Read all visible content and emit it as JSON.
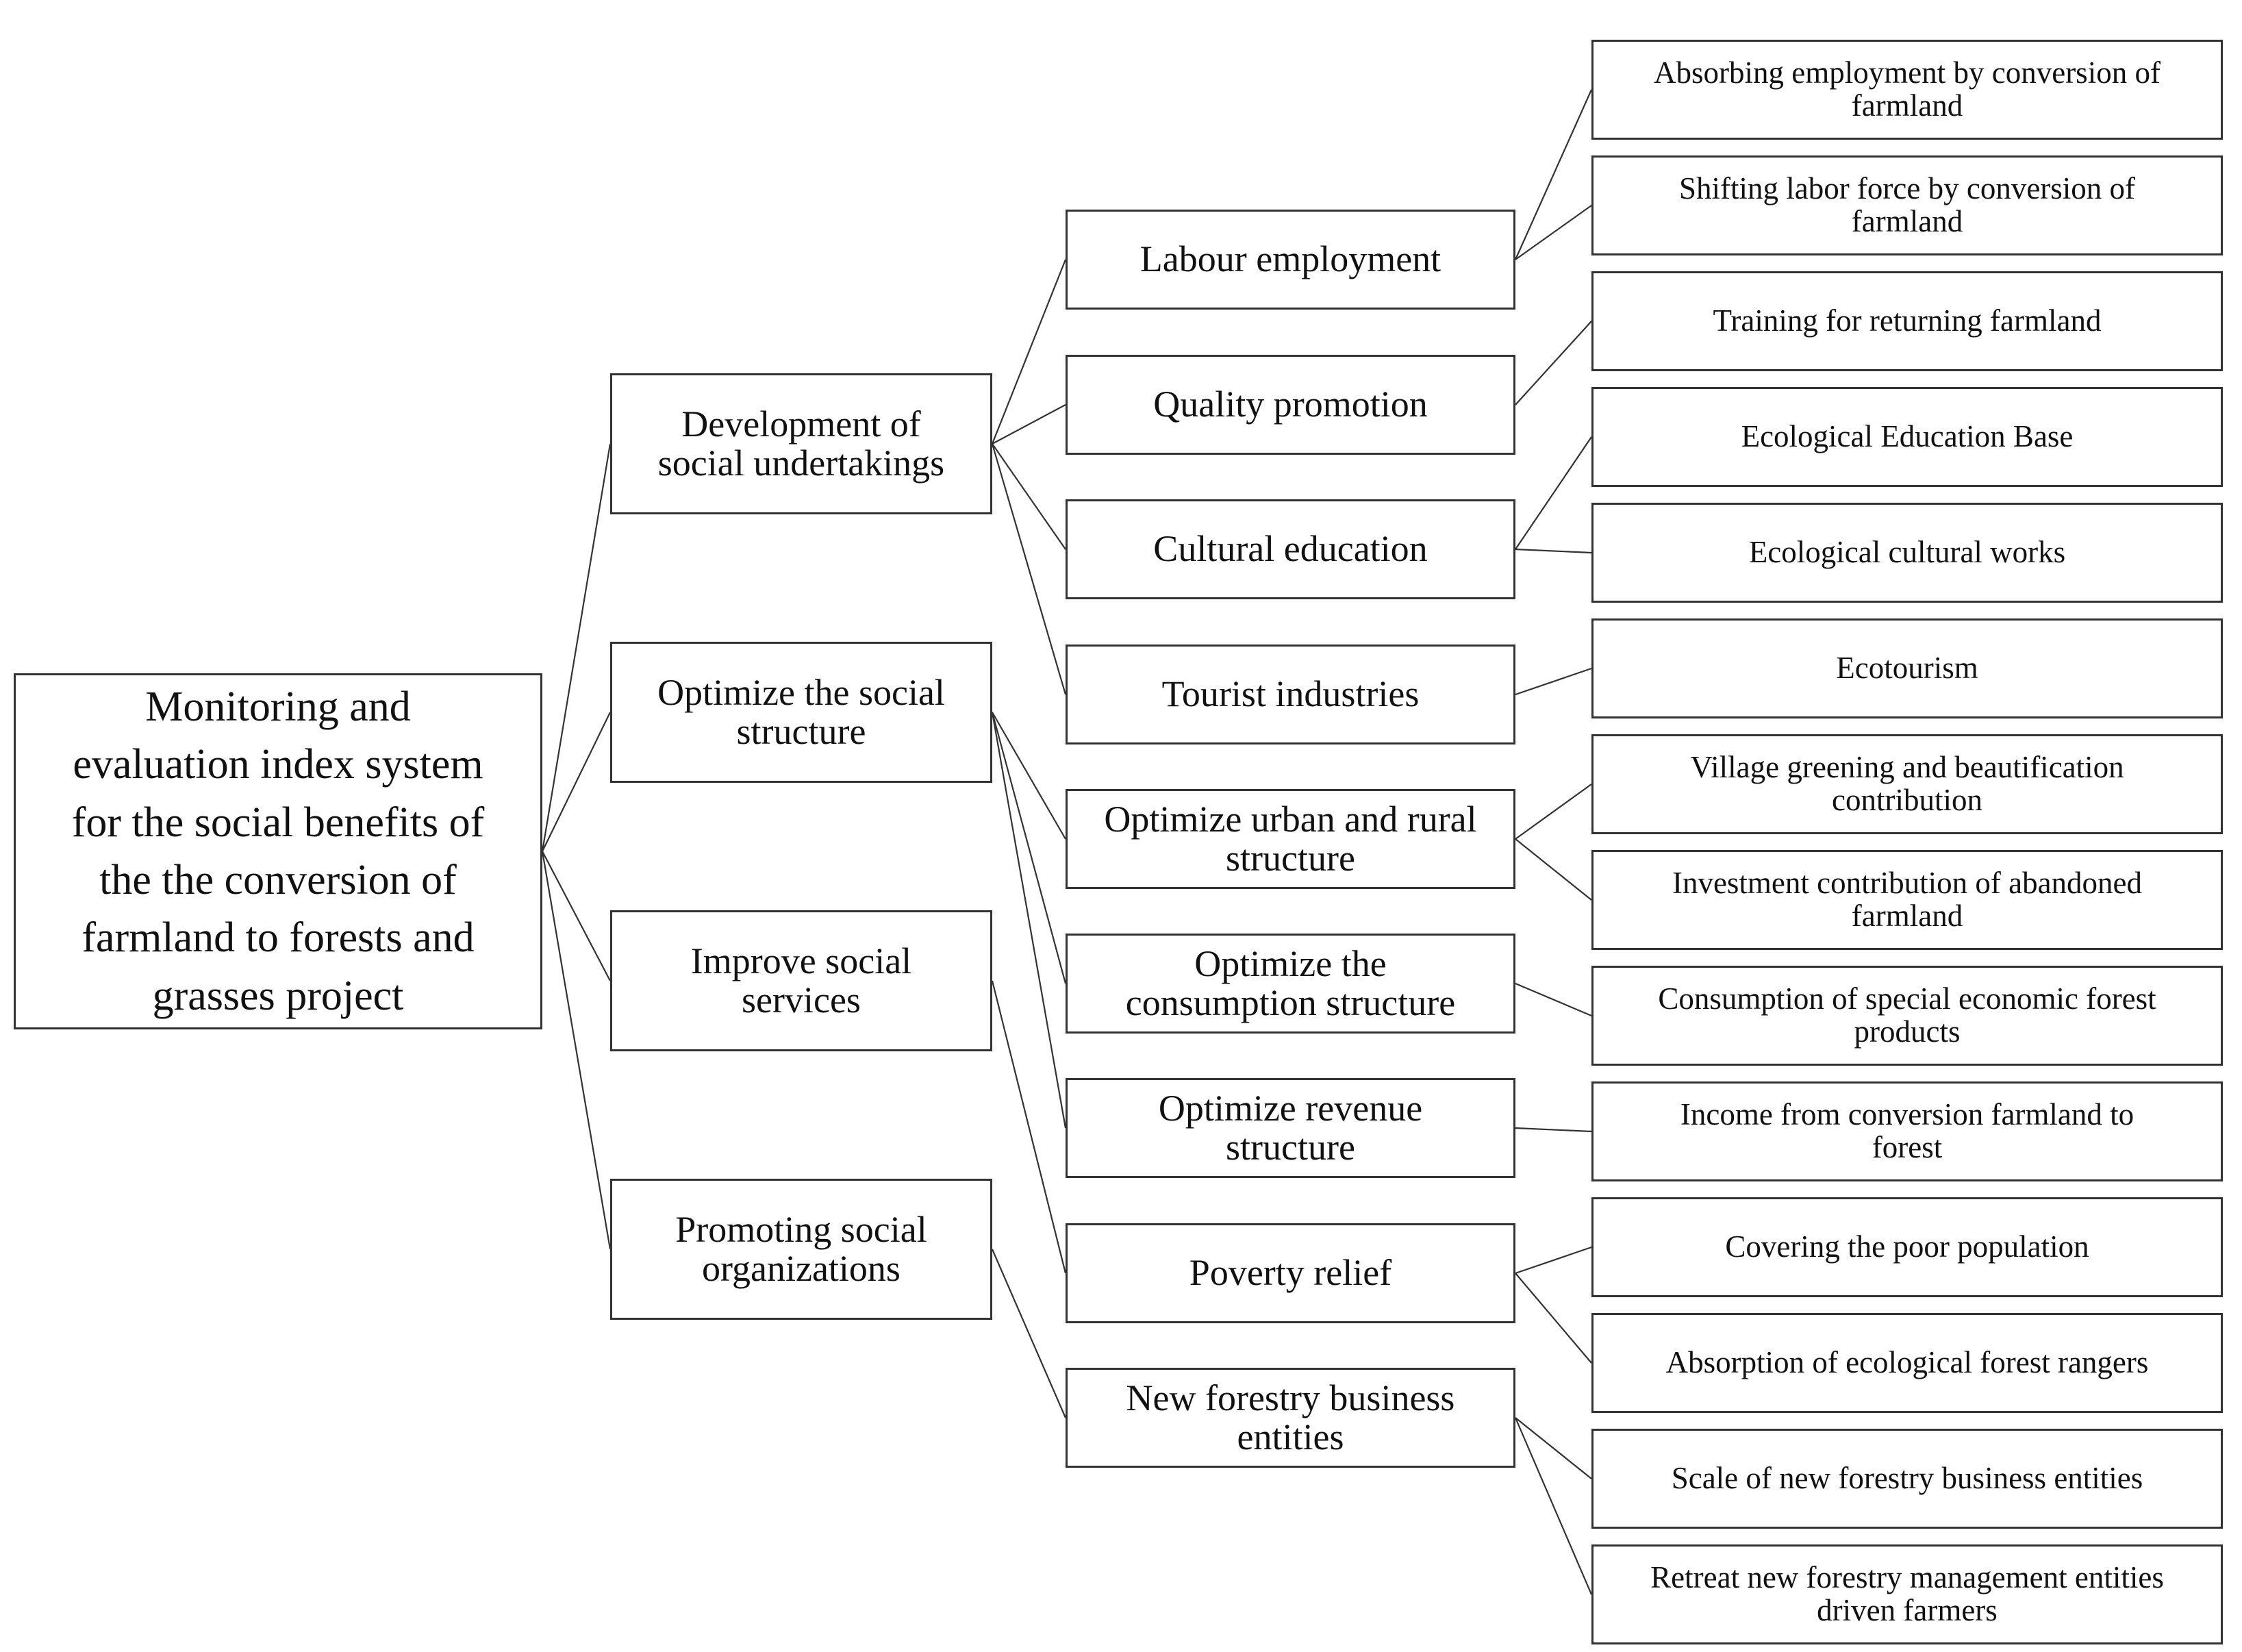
{
  "diagram": {
    "type": "tree",
    "root": {
      "label": "Monitoring and\nevaluation index system\nfor the social benefits of\nthe the conversion of\nfarmland to forests and\ngrasses project"
    },
    "level1": [
      {
        "label": "Development of\nsocial undertakings"
      },
      {
        "label": "Optimize the social\nstructure"
      },
      {
        "label": "Improve social\nservices"
      },
      {
        "label": "Promoting social\norganizations"
      }
    ],
    "level2": [
      {
        "label": "Labour employment",
        "parent": 0
      },
      {
        "label": "Quality promotion",
        "parent": 0
      },
      {
        "label": "Cultural education",
        "parent": 0
      },
      {
        "label": "Tourist industries",
        "parent": 0
      },
      {
        "label": "Optimize urban and rural\nstructure",
        "parent": 1
      },
      {
        "label": "Optimize the\nconsumption structure",
        "parent": 1
      },
      {
        "label": "Optimize revenue\nstructure",
        "parent": 1
      },
      {
        "label": "Poverty relief",
        "parent": 2
      },
      {
        "label": "New forestry business\nentities",
        "parent": 3
      }
    ],
    "level3": [
      {
        "label": "Absorbing employment by conversion of\nfarmland",
        "parent": 0
      },
      {
        "label": "Shifting labor force by conversion of\nfarmland",
        "parent": 0
      },
      {
        "label": "Training for returning farmland",
        "parent": 1
      },
      {
        "label": "Ecological Education Base",
        "parent": 2
      },
      {
        "label": "Ecological cultural works",
        "parent": 2
      },
      {
        "label": "Ecotourism",
        "parent": 3
      },
      {
        "label": "Village greening and beautification\ncontribution",
        "parent": 4
      },
      {
        "label": "Investment contribution of abandoned\nfarmland",
        "parent": 4
      },
      {
        "label": "Consumption of special economic forest\nproducts",
        "parent": 5
      },
      {
        "label": "Income from conversion farmland to\nforest",
        "parent": 6
      },
      {
        "label": "Covering the poor population",
        "parent": 7
      },
      {
        "label": "Absorption of ecological forest rangers",
        "parent": 7
      },
      {
        "label": "Scale of new forestry business entities",
        "parent": 8
      },
      {
        "label": "Retreat new forestry management entities\ndriven farmers",
        "parent": 8
      }
    ],
    "colors": {
      "line": "#333333",
      "border": "#333333",
      "background": "#ffffff",
      "text": "#111111"
    }
  }
}
